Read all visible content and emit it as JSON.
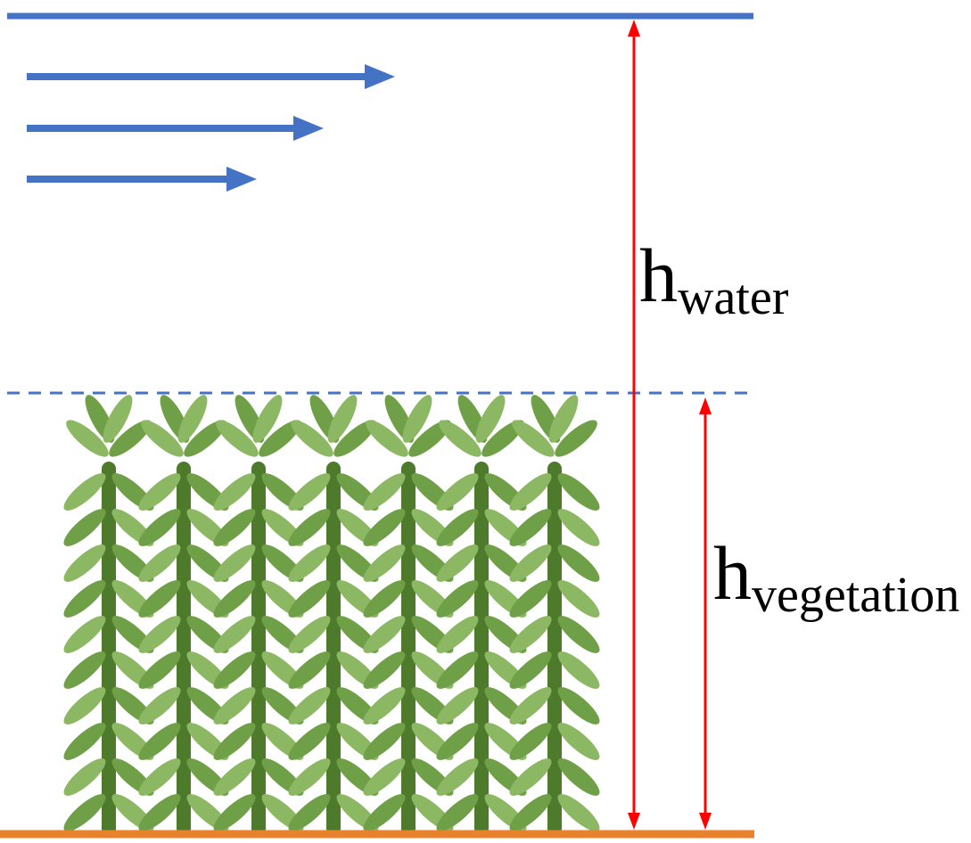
{
  "labels": {
    "h_water": {
      "base": "h",
      "sub": "water"
    },
    "h_vegetation": {
      "base": "h",
      "sub": "vegetation"
    }
  },
  "colors": {
    "flow_blue": "#4472C4",
    "measure_red": "#FE0000",
    "bed_orange": "#E8822D",
    "stalk_green": "#4E7A2B",
    "leaf_green": "#6FA047",
    "leaf_green_light": "#8CB763"
  },
  "vegetation": {
    "stalk_count": 7
  },
  "flow": {
    "arrow_count": 3
  }
}
